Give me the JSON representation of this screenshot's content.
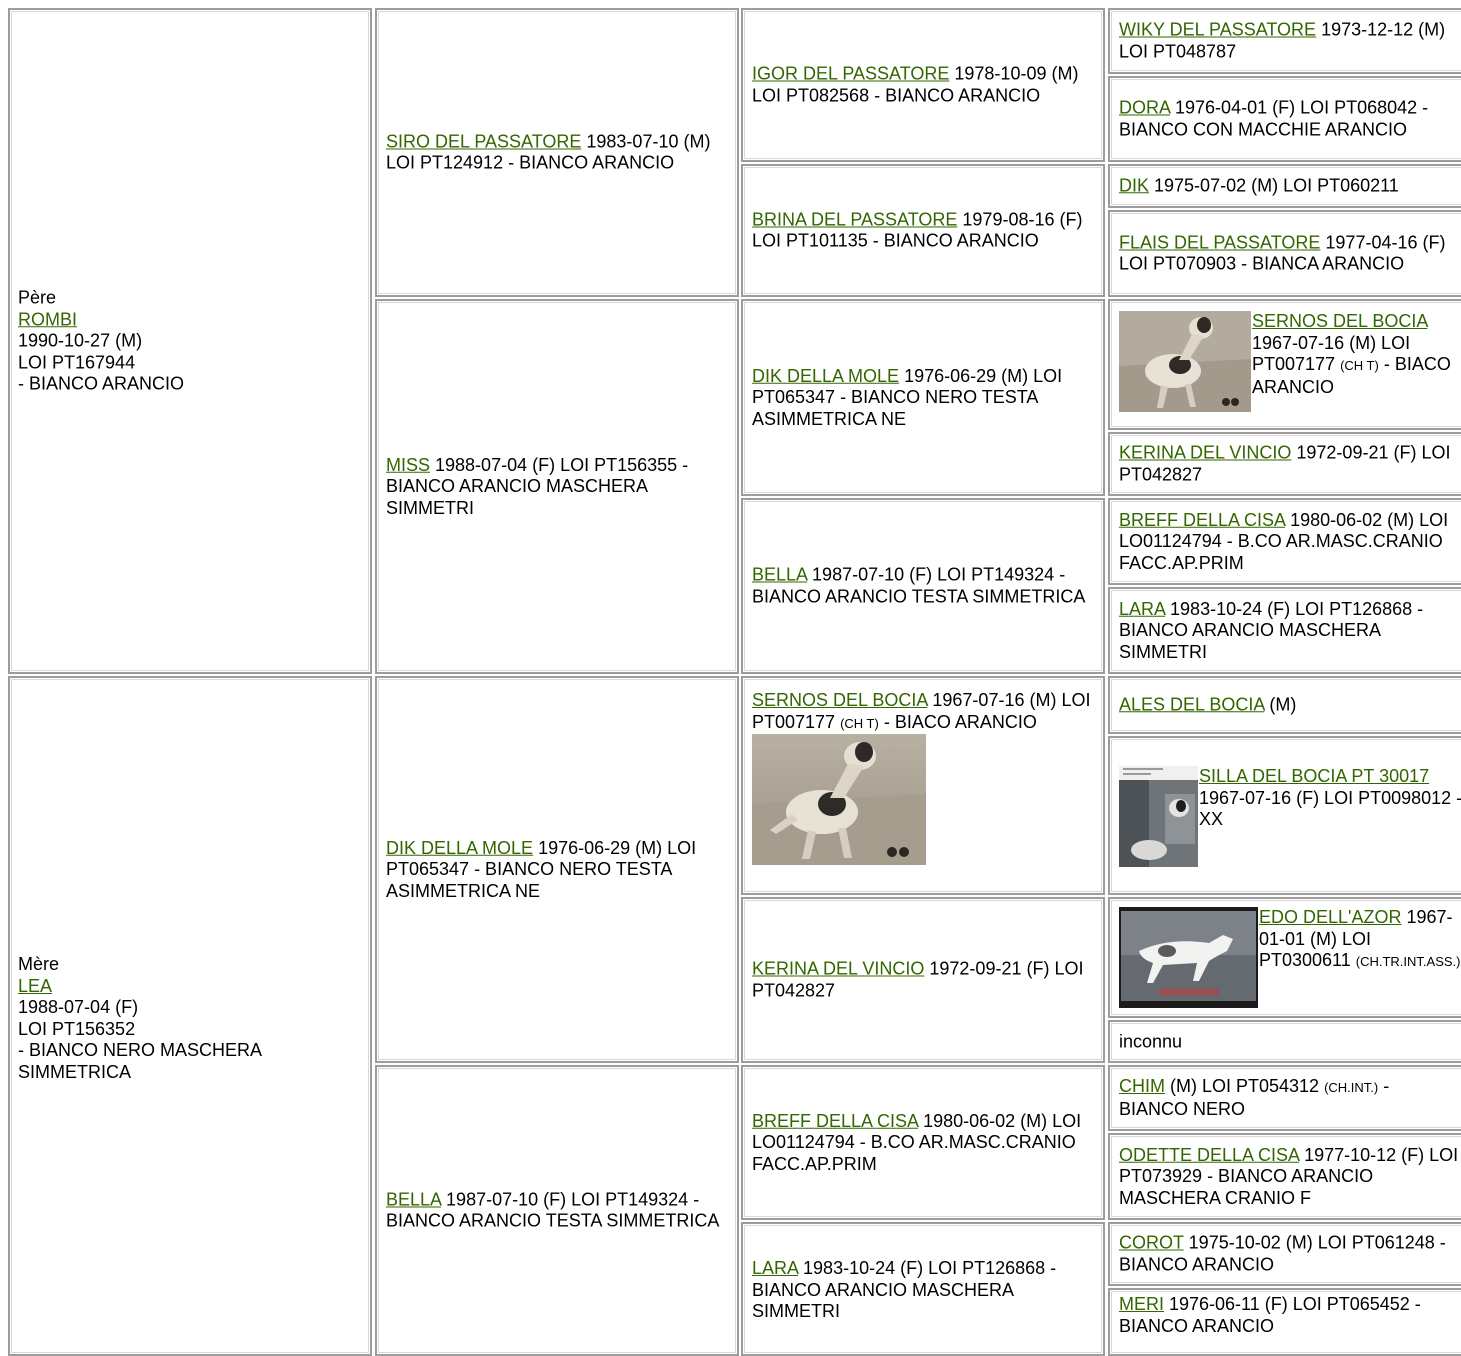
{
  "father": {
    "label": "Père",
    "name": "ROMBI",
    "line1": "1990-10-27 (M)",
    "line2": "LOI PT167944",
    "line3": "- BIANCO ARANCIO"
  },
  "mother": {
    "label": "Mère",
    "name": "LEA",
    "line1": "1988-07-04 (F)",
    "line2": "LOI PT156352",
    "line3": "- BIANCO NERO MASCHERA SIMMETRICA"
  },
  "gen2": [
    {
      "name": "SIRO DEL PASSATORE",
      "text": " 1983-07-10 (M) LOI PT124912 - BIANCO ARANCIO"
    },
    {
      "name": "MISS",
      "text": " 1988-07-04 (F) LOI PT156355 - BIANCO ARANCIO MASCHERA SIMMETRI"
    },
    {
      "name": "DIK DELLA MOLE",
      "text": " 1976-06-29 (M) LOI PT065347 - BIANCO NERO TESTA ASIMMETRICA NE"
    },
    {
      "name": "BELLA",
      "text": " 1987-07-10 (F) LOI PT149324 - BIANCO ARANCIO TESTA SIMMETRICA"
    }
  ],
  "gen3": [
    {
      "name": "IGOR DEL PASSATORE",
      "text": " 1978-10-09 (M) LOI PT082568 - BIANCO ARANCIO"
    },
    {
      "name": "BRINA DEL PASSATORE",
      "text": " 1979-08-16 (F) LOI PT101135 - BIANCO ARANCIO"
    },
    {
      "name": "DIK DELLA MOLE",
      "text": " 1976-06-29 (M) LOI PT065347 - BIANCO NERO TESTA ASIMMETRICA NE"
    },
    {
      "name": "BELLA",
      "text": " 1987-07-10 (F) LOI PT149324 - BIANCO ARANCIO TESTA SIMMETRICA"
    },
    {
      "name": "SERNOS DEL BOCIA",
      "text": " 1967-07-16 (M) LOI PT007177 ",
      "title": "(CH T)",
      "tail": " - BIACO ARANCIO"
    },
    {
      "name": "KERINA DEL VINCIO",
      "text": " 1972-09-21 (F) LOI PT042827"
    },
    {
      "name": "BREFF DELLA CISA",
      "text": " 1980-06-02 (M) LOI LO01124794 - B.CO AR.MASC.CRANIO FACC.AP.PRIM"
    },
    {
      "name": "LARA",
      "text": " 1983-10-24 (F) LOI PT126868 - BIANCO ARANCIO MASCHERA SIMMETRI"
    }
  ],
  "gen4": [
    {
      "name": "WIKY DEL PASSATORE",
      "text": " 1973-12-12 (M) LOI PT048787"
    },
    {
      "name": "DORA",
      "text": " 1976-04-01 (F) LOI PT068042 - BIANCO CON MACCHIE ARANCIO"
    },
    {
      "name": "DIK",
      "text": " 1975-07-02 (M) LOI PT060211"
    },
    {
      "name": "FLAIS DEL PASSATORE",
      "text": " 1977-04-16 (F) LOI PT070903 - BIANCA ARANCIO"
    },
    {
      "name": "SERNOS DEL BOCIA",
      "text": " 1967-07-16 (M) LOI PT007177 ",
      "title": "(CH T)",
      "tail": " - BIACO ARANCIO"
    },
    {
      "name": "KERINA DEL VINCIO",
      "text": " 1972-09-21 (F) LOI PT042827"
    },
    {
      "name": "BREFF DELLA CISA",
      "text": " 1980-06-02 (M) LOI LO01124794 - B.CO AR.MASC.CRANIO FACC.AP.PRIM"
    },
    {
      "name": "LARA",
      "text": " 1983-10-24 (F) LOI PT126868 - BIANCO ARANCIO MASCHERA SIMMETRI"
    },
    {
      "name": "ALES DEL BOCIA",
      "text": " (M)"
    },
    {
      "name": "SILLA DEL BOCIA PT 30017",
      "text": " 1967-07-16 (F) LOI PT0098012 - XX"
    },
    {
      "name": "EDO DELL'AZOR",
      "text": " 1967-01-01 (M) LOI PT0300611 ",
      "title": "(CH.TR.INT.ASS.)",
      "tail": ""
    },
    {
      "unknown": "inconnu"
    },
    {
      "name": "CHIM",
      "text": " (M) LOI PT054312 ",
      "title": "(CH.INT.)",
      "tail": " - BIANCO NERO"
    },
    {
      "name": "ODETTE DELLA CISA",
      "text": " 1977-10-12 (F) LOI PT073929 - BIANCO ARANCIO MASCHERA CRANIO F"
    },
    {
      "name": "COROT",
      "text": " 1975-10-02 (M) LOI PT061248 - BIANCO ARANCIO"
    },
    {
      "name": "MERI",
      "text": " 1976-06-11 (F) LOI PT065452 - BIANCO ARANCIO"
    }
  ],
  "colors": {
    "link": "#336600",
    "border": "#9c9c9c"
  },
  "images": {
    "photo1": "dog-photo-pointing",
    "photo2": "dog-photo-standing",
    "photo3": "dog-photo-running"
  }
}
